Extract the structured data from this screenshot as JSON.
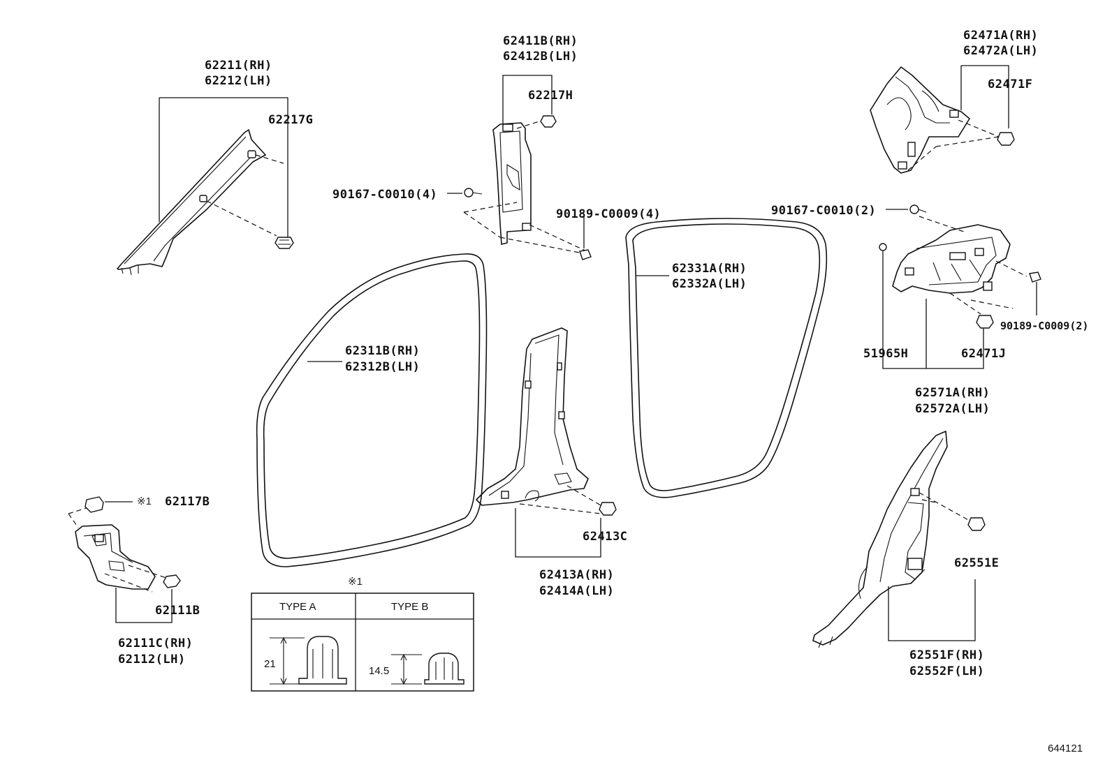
{
  "diagram_id": "644121",
  "labels": {
    "p62211": "62211(RH)",
    "p62212": "62212(LH)",
    "p62217G": "62217G",
    "p62411B": "62411B(RH)",
    "p62412B": "62412B(LH)",
    "p62217H": "62217H",
    "p90167_4": "90167-C0010(4)",
    "p90189_4": "90189-C0009(4)",
    "p62471A": "62471A(RH)",
    "p62472A": "62472A(LH)",
    "p62471F": "62471F",
    "p90167_2": "90167-C0010(2)",
    "p62331A": "62331A(RH)",
    "p62332A": "62332A(LH)",
    "p62311B": "62311B(RH)",
    "p62312B": "62312B(LH)",
    "p90189_2": "90189-C0009(2)",
    "p51965H": "51965H",
    "p62471J": "62471J",
    "p62571A": "62571A(RH)",
    "p62572A": "62572A(LH)",
    "p62117B": "62117B",
    "p62117B_mark": "※1",
    "p62111B": "62111B",
    "p62111C": "62111C(RH)",
    "p62112": "62112(LH)",
    "p62413C": "62413C",
    "p62413A": "62413A(RH)",
    "p62414A": "62414A(LH)",
    "p62551E": "62551E",
    "p62551F": "62551F(RH)",
    "p62552F": "62552F(LH)"
  },
  "reference_table": {
    "mark": "※1",
    "type_a": {
      "header": "TYPE A",
      "dimension": "21"
    },
    "type_b": {
      "header": "TYPE B",
      "dimension": "14.5"
    }
  }
}
